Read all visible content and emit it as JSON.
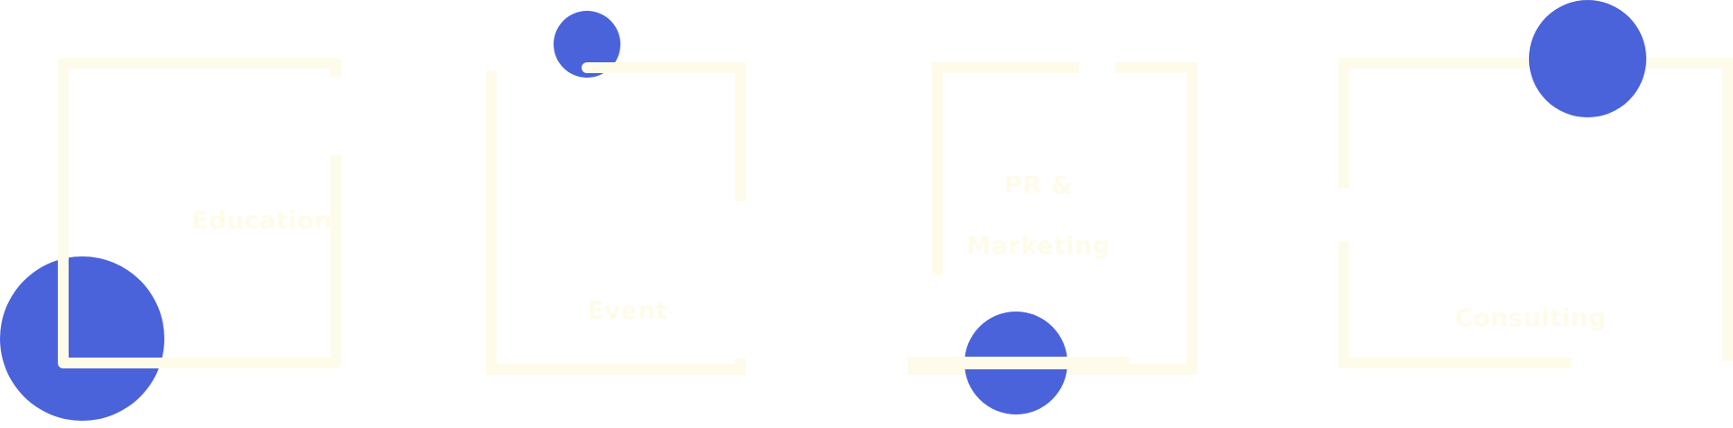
{
  "colors": {
    "frame": "#fffbea",
    "accent": "#4a63db",
    "background": "#ffffff",
    "label": "#fffbea"
  },
  "cards": [
    {
      "label": "Education"
    },
    {
      "label": "Event"
    },
    {
      "label_line1": "PR &",
      "label_line2": "Marketing"
    },
    {
      "label": "Consulting"
    }
  ]
}
